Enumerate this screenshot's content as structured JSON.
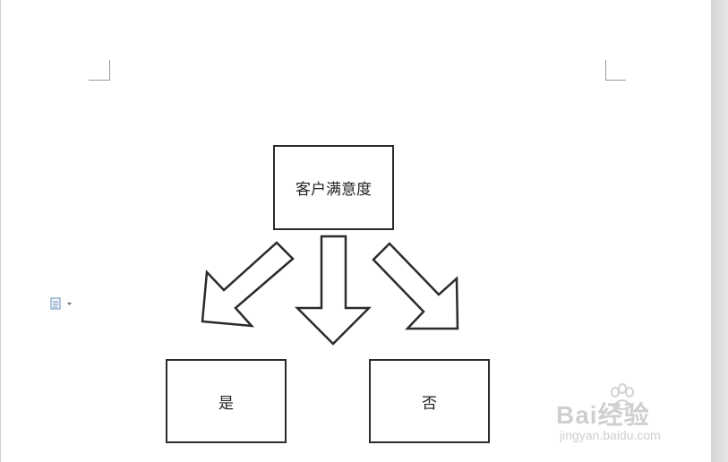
{
  "diagram": {
    "root_label": "客户满意度",
    "left_child_label": "是",
    "right_child_label": "否",
    "stroke_color": "#2b2b2b"
  },
  "toolbar": {
    "paste_options_icon": "paste-options-icon"
  },
  "watermark": {
    "brand": "Bai经验",
    "url": "jingyan.baidu.com"
  }
}
